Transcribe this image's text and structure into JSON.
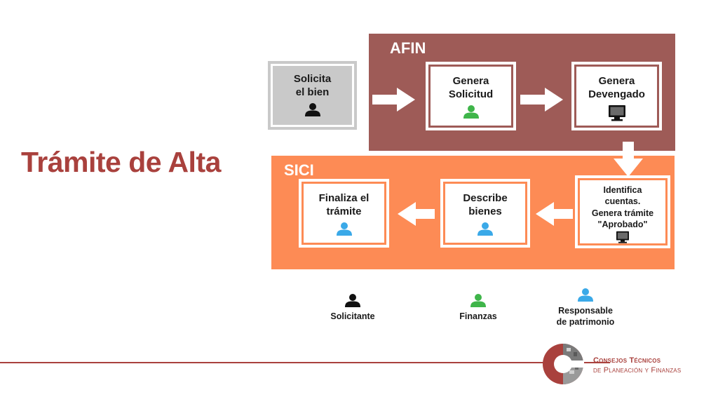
{
  "title": "Trámite de Alta",
  "panels": {
    "afin": "AFIN",
    "sici": "SICI"
  },
  "steps": {
    "solicita": "Solicita\nel bien",
    "genera_solicitud": "Genera\nSolicitud",
    "genera_devengado": "Genera\nDevengado",
    "identifica": "Identifica\ncuentas.\nGenera trámite\n\"Aprobado\"",
    "describe": "Describe\nbienes",
    "finaliza": "Finaliza el\ntrámite"
  },
  "legend": {
    "solicitante": "Solicitante",
    "finanzas": "Finanzas",
    "responsable": "Responsable\nde patrimonio"
  },
  "colors": {
    "solicitante": "#111111",
    "finanzas": "#3fb54a",
    "responsable": "#3aa9e8",
    "afin": "#9e5b57",
    "sici": "#fd8b55",
    "title": "#a9413d"
  },
  "logo": {
    "line1": "Consejos Técnicos",
    "line2": "de Planeación y Finanzas"
  }
}
